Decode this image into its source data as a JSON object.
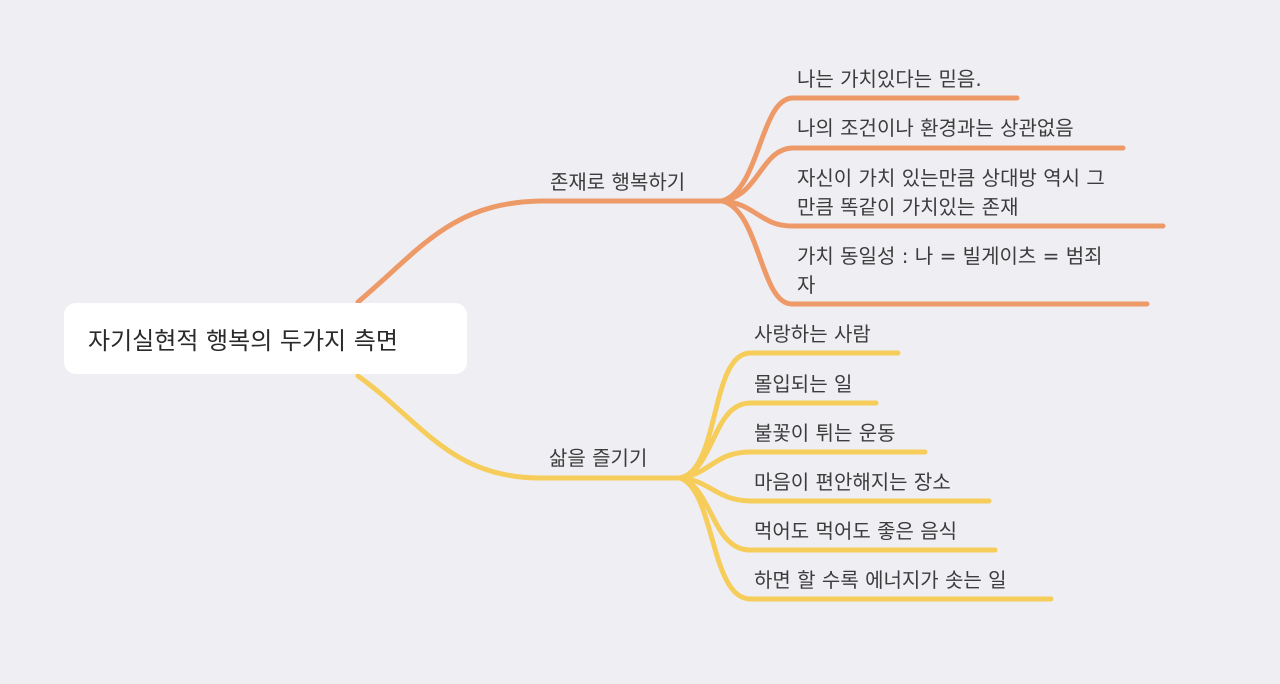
{
  "root": {
    "label": "자기실현적 행복의 두가지 측면"
  },
  "colors": {
    "background": "#efeff3",
    "branch_1": "#ee9a68",
    "branch_2": "#f6cd5a"
  },
  "branches": [
    {
      "label": "존재로 행복하기",
      "children": [
        {
          "lines": [
            "나는 가치있다는 믿음."
          ]
        },
        {
          "lines": [
            "나의 조건이나 환경과는 상관없음"
          ]
        },
        {
          "lines": [
            "자신이 가치 있는만큼 상대방 역시 그",
            "만큼 똑같이 가치있는 존재"
          ]
        },
        {
          "lines": [
            "가치 동일성 : 나 = 빌게이츠 =  범죄",
            "자"
          ]
        }
      ]
    },
    {
      "label": "삶을 즐기기",
      "children": [
        {
          "lines": [
            "사랑하는 사람"
          ]
        },
        {
          "lines": [
            "몰입되는 일"
          ]
        },
        {
          "lines": [
            "불꽃이 튀는 운동"
          ]
        },
        {
          "lines": [
            "마음이 편안해지는 장소"
          ]
        },
        {
          "lines": [
            "먹어도 먹어도 좋은 음식"
          ]
        },
        {
          "lines": [
            "하면 할 수록 에너지가 솟는 일"
          ]
        }
      ]
    }
  ]
}
